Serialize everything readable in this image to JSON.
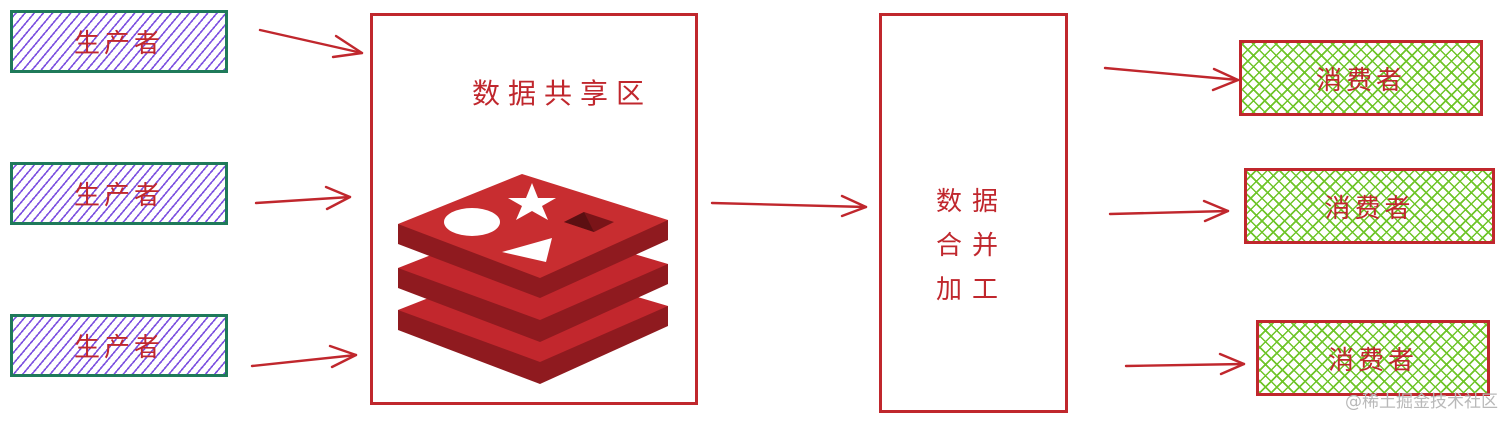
{
  "producers": [
    {
      "label": "生产者"
    },
    {
      "label": "生产者"
    },
    {
      "label": "生产者"
    }
  ],
  "shared_area": {
    "title": "数据共享区",
    "logo_icon": "redis-stack-icon"
  },
  "merge_block": {
    "lines": [
      "数据",
      "合并",
      "加工"
    ]
  },
  "consumers": [
    {
      "label": "消费者"
    },
    {
      "label": "消费者"
    },
    {
      "label": "消费者"
    }
  ],
  "watermark": "@稀土掘金技术社区",
  "colors": {
    "stroke_red": "#c0272d",
    "producer_border": "#1f7a5a",
    "producer_hatch": "#7d52e0",
    "consumer_hatch": "#6fc52a",
    "logo_red": "#c2272d"
  }
}
